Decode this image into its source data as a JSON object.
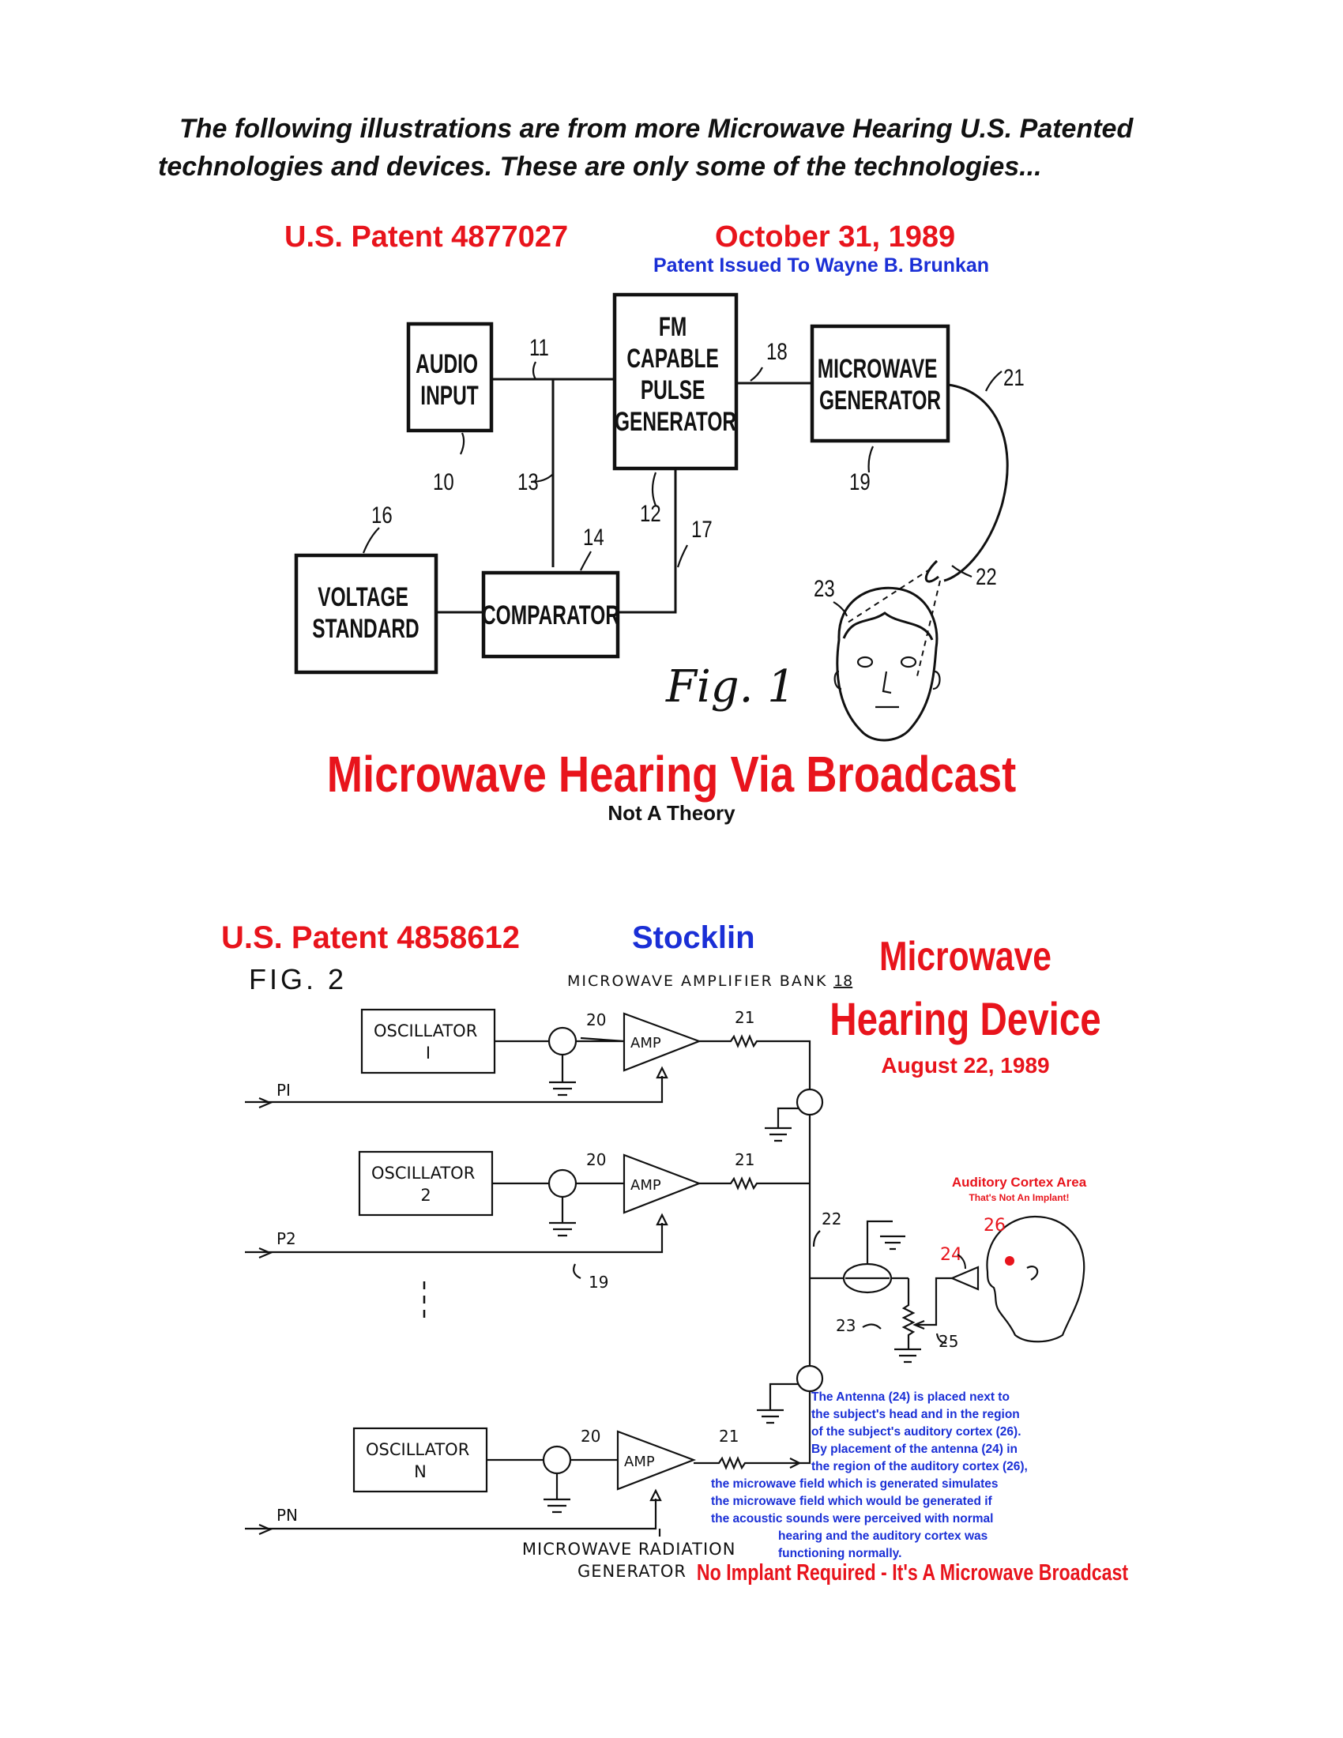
{
  "intro": {
    "line1": "The following illustrations are from more Microwave Hearing U.S. Patented",
    "line2": "technologies and devices. These are only some of the technologies..."
  },
  "figure1": {
    "patent": "U.S. Patent 4877027",
    "date": "October 31, 1989",
    "issued_to": "Patent Issued To Wayne B. Brunkan",
    "blocks": {
      "audio_input": [
        "AUDIO",
        "INPUT"
      ],
      "pulse_generator": [
        "FM",
        "CAPABLE",
        "PULSE",
        "GENERATOR"
      ],
      "microwave_generator": [
        "MICROWAVE",
        "GENERATOR"
      ],
      "voltage_standard": [
        "VOLTAGE",
        "STANDARD"
      ],
      "comparator": "COMPARATOR"
    },
    "refs": {
      "r10": "10",
      "r11": "11",
      "r12": "12",
      "r13": "13",
      "r14": "14",
      "r16": "16",
      "r17": "17",
      "r18": "18",
      "r19": "19",
      "r21": "21",
      "r22": "22",
      "r23": "23"
    },
    "fig_label": "Fig. 1",
    "headline": "Microwave Hearing Via Broadcast",
    "subline": "Not A Theory"
  },
  "figure2": {
    "patent": "U.S. Patent 4858612",
    "inventor": "Stocklin",
    "fig_label": "FIG. 2",
    "bank_label": "MICROWAVE AMPLIFIER BANK",
    "bank_ref": "18",
    "title1": "Microwave",
    "title2": "Hearing Device",
    "date": "August 22, 1989",
    "oscillators": [
      {
        "name": "OSCILLATOR",
        "num": "I"
      },
      {
        "name": "OSCILLATOR",
        "num": "2"
      },
      {
        "name": "OSCILLATOR",
        "num": "N"
      }
    ],
    "amp": "AMP",
    "inputs": [
      "PI",
      "P2",
      "PN"
    ],
    "refs": {
      "r19": "19",
      "r20": "20",
      "r21": "21",
      "r22": "22",
      "r23": "23",
      "r24": "24",
      "r25": "25",
      "r26": "26"
    },
    "cortex_label": "Auditory Cortex Area",
    "cortex_sub": "That's Not An Implant!",
    "note_lines": [
      "The Antenna (24) is placed next to",
      "the subject's head and in the region",
      "of the subject's auditory cortex (26).",
      "By placement of the antenna (24) in",
      "the region of the auditory cortex (26),",
      "the microwave field which is generated simulates",
      "the microwave field which would be generated if",
      "the acoustic sounds were perceived with normal",
      "hearing and the auditory cortex was",
      "functioning normally."
    ],
    "generator_label": [
      "MICROWAVE RADIATION",
      "GENERATOR"
    ],
    "footer": "No Implant Required - It's A Microwave Broadcast"
  }
}
